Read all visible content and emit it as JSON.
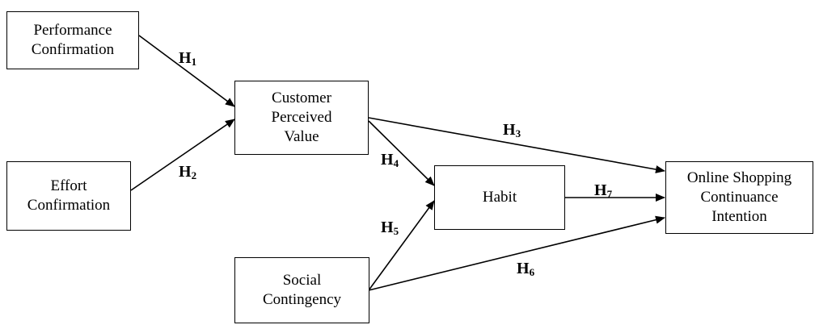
{
  "nodes": {
    "performance_confirmation": "Performance\nConfirmation",
    "effort_confirmation": "Effort\nConfirmation",
    "customer_perceived_value": "Customer\nPerceived\nValue",
    "habit": "Habit",
    "social_contingency": "Social\nContingency",
    "online_shopping_continuance_intention": "Online Shopping\nContinuance\nIntention"
  },
  "hypotheses": {
    "h1": {
      "letter": "H",
      "num": "1"
    },
    "h2": {
      "letter": "H",
      "num": "2"
    },
    "h3": {
      "letter": "H",
      "num": "3"
    },
    "h4": {
      "letter": "H",
      "num": "4"
    },
    "h5": {
      "letter": "H",
      "num": "5"
    },
    "h6": {
      "letter": "H",
      "num": "6"
    },
    "h7": {
      "letter": "H",
      "num": "7"
    }
  },
  "colors": {
    "line": "#000000",
    "background": "#ffffff"
  }
}
